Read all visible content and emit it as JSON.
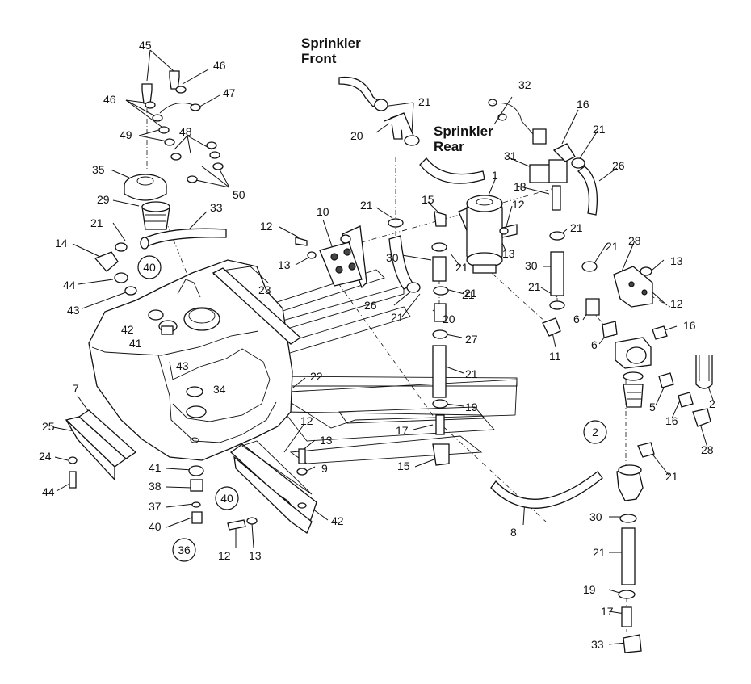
{
  "headings": {
    "sprinkler_front": "Sprinkler\nFront",
    "sprinkler_rear": "Sprinkler\nRear"
  },
  "callouts": [
    "45",
    "46",
    "46",
    "47",
    "49",
    "48",
    "35",
    "29",
    "50",
    "21",
    "14",
    "44",
    "43",
    "42",
    "41",
    "33",
    "40",
    "23",
    "12",
    "13",
    "10",
    "26",
    "20",
    "21",
    "15",
    "1",
    "12",
    "13",
    "18",
    "31",
    "32",
    "16",
    "21",
    "26",
    "21",
    "30",
    "21",
    "21",
    "30",
    "21",
    "21",
    "20",
    "21",
    "27",
    "21",
    "19",
    "17",
    "15",
    "11",
    "28",
    "13",
    "12",
    "16",
    "6",
    "6",
    "5",
    "16",
    "28",
    "2",
    "21",
    "21",
    "30",
    "21",
    "19",
    "17",
    "33",
    "8",
    "7",
    "25",
    "24",
    "44",
    "43",
    "34",
    "22",
    "12",
    "13",
    "9",
    "42",
    "41",
    "38",
    "37",
    "40",
    "36",
    "12",
    "13",
    "21",
    "21"
  ],
  "circled": [
    "40",
    "40",
    "36",
    "2"
  ]
}
